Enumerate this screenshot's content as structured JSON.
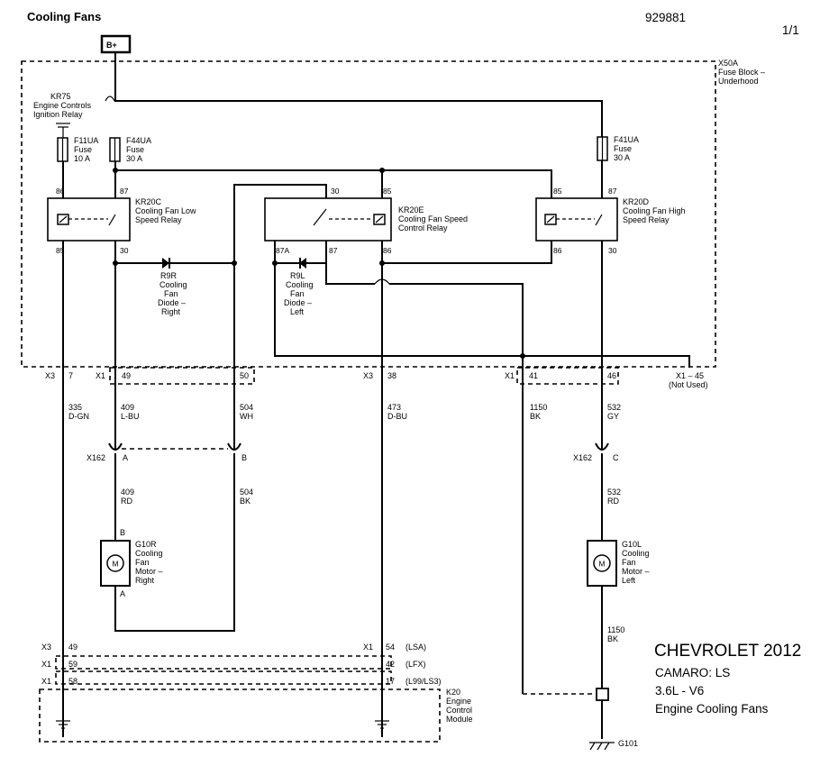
{
  "header": {
    "title": "Cooling Fans",
    "doc_number": "929881",
    "page": "1/1"
  },
  "power": {
    "battery": "B+"
  },
  "fuse_block": {
    "id": "X50A",
    "name_line1": "Fuse Block –",
    "name_line2": "Underhood"
  },
  "ignition_relay": {
    "id": "KR75",
    "line1": "Engine Controls",
    "line2": "Ignition Relay"
  },
  "fuses": [
    {
      "id": "F11UA",
      "type": "Fuse",
      "rating": "10 A"
    },
    {
      "id": "F44UA",
      "type": "Fuse",
      "rating": "30 A"
    },
    {
      "id": "F41UA",
      "type": "Fuse",
      "rating": "30 A"
    }
  ],
  "relays": {
    "low": {
      "id": "KR20C",
      "line1": "Cooling Fan Low",
      "line2": "Speed Relay",
      "pins": [
        "86",
        "87",
        "85",
        "30"
      ]
    },
    "control": {
      "id": "KR20E",
      "line1": "Cooling Fan Speed",
      "line2": "Control Relay",
      "pins": [
        "30",
        "85",
        "87A",
        "87",
        "86"
      ]
    },
    "high": {
      "id": "KR20D",
      "line1": "Cooling Fan High",
      "line2": "Speed Relay",
      "pins": [
        "85",
        "87",
        "86",
        "30"
      ]
    }
  },
  "diodes": {
    "right": {
      "id": "R9R",
      "lines": [
        "Cooling",
        "Fan",
        "Diode –",
        "Right"
      ]
    },
    "left": {
      "id": "R9L",
      "lines": [
        "Cooling",
        "Fan",
        "Diode –",
        "Left"
      ]
    }
  },
  "connectors_top": {
    "x3": "X3",
    "x3_pin": "7",
    "x1a": "X1",
    "x1a_pin1": "49",
    "x1a_pin2": "50",
    "x3b": "X3",
    "x3b_pin": "38",
    "x1b": "X1",
    "x1b_pin1": "41",
    "x1b_pin2": "46",
    "x1_45": "X1 – 45",
    "not_used": "(Not Used)"
  },
  "wires": {
    "w335": {
      "circuit": "335",
      "color": "D-GN"
    },
    "w409": {
      "circuit": "409",
      "color": "L-BU"
    },
    "w504": {
      "circuit": "504",
      "color": "WH"
    },
    "w473": {
      "circuit": "473",
      "color": "D-BU"
    },
    "w1150a": {
      "circuit": "1150",
      "color": "BK"
    },
    "w532": {
      "circuit": "532",
      "color": "GY"
    },
    "w409rd": {
      "circuit": "409",
      "color": "RD"
    },
    "w504bk": {
      "circuit": "504",
      "color": "BK"
    },
    "w532rd": {
      "circuit": "532",
      "color": "RD"
    },
    "w1150b": {
      "circuit": "1150",
      "color": "BK"
    }
  },
  "x162": {
    "left": "X162",
    "pin_a": "A",
    "pin_b": "B",
    "right": "X162",
    "pin_c": "C"
  },
  "motors": {
    "right": {
      "id": "G10R",
      "lines": [
        "Cooling",
        "Fan",
        "Motor –",
        "Right"
      ],
      "pin_top": "B",
      "pin_bottom": "A",
      "symbol": "M"
    },
    "left": {
      "id": "G10L",
      "lines": [
        "Cooling",
        "Fan",
        "Motor –",
        "Left"
      ],
      "symbol": "M"
    }
  },
  "ecm": {
    "rows": [
      {
        "conn": "X3",
        "pin": "49",
        "conn_r": "X1",
        "pin_r": "54",
        "variant": "(LSA)"
      },
      {
        "conn": "X1",
        "pin": "59",
        "pin_r": "42",
        "variant": "(LFX)"
      },
      {
        "conn": "X1",
        "pin": "58",
        "pin_r": "17",
        "variant": "(L99/LS3)"
      }
    ],
    "id": "K20",
    "lines": [
      "Engine",
      "Control",
      "Module"
    ]
  },
  "ground": {
    "id": "G101"
  },
  "vehicle": {
    "make_year": "CHEVROLET 2012",
    "model": "CAMARO: LS",
    "engine": "3.6L - V6",
    "system": "Engine Cooling Fans"
  }
}
